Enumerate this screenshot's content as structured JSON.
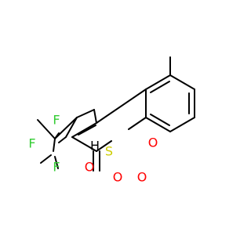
{
  "molecule": {
    "atoms": [
      {
        "id": "F1",
        "label": "F",
        "color": "#33cc33"
      },
      {
        "id": "F2",
        "label": "F",
        "color": "#33cc33"
      },
      {
        "id": "F3",
        "label": "F",
        "color": "#33cc33"
      },
      {
        "id": "H",
        "label": "H",
        "color": "#000000"
      },
      {
        "id": "S",
        "label": "S",
        "color": "#cccc00"
      },
      {
        "id": "O_sulfonyl_1",
        "label": "O",
        "color": "#ff0000"
      },
      {
        "id": "O_sulfonyl_2",
        "label": "O",
        "color": "#ff0000"
      },
      {
        "id": "O_ring",
        "label": "O",
        "color": "#ff0000"
      },
      {
        "id": "O_carbonyl",
        "label": "O",
        "color": "#ff0000"
      }
    ]
  }
}
